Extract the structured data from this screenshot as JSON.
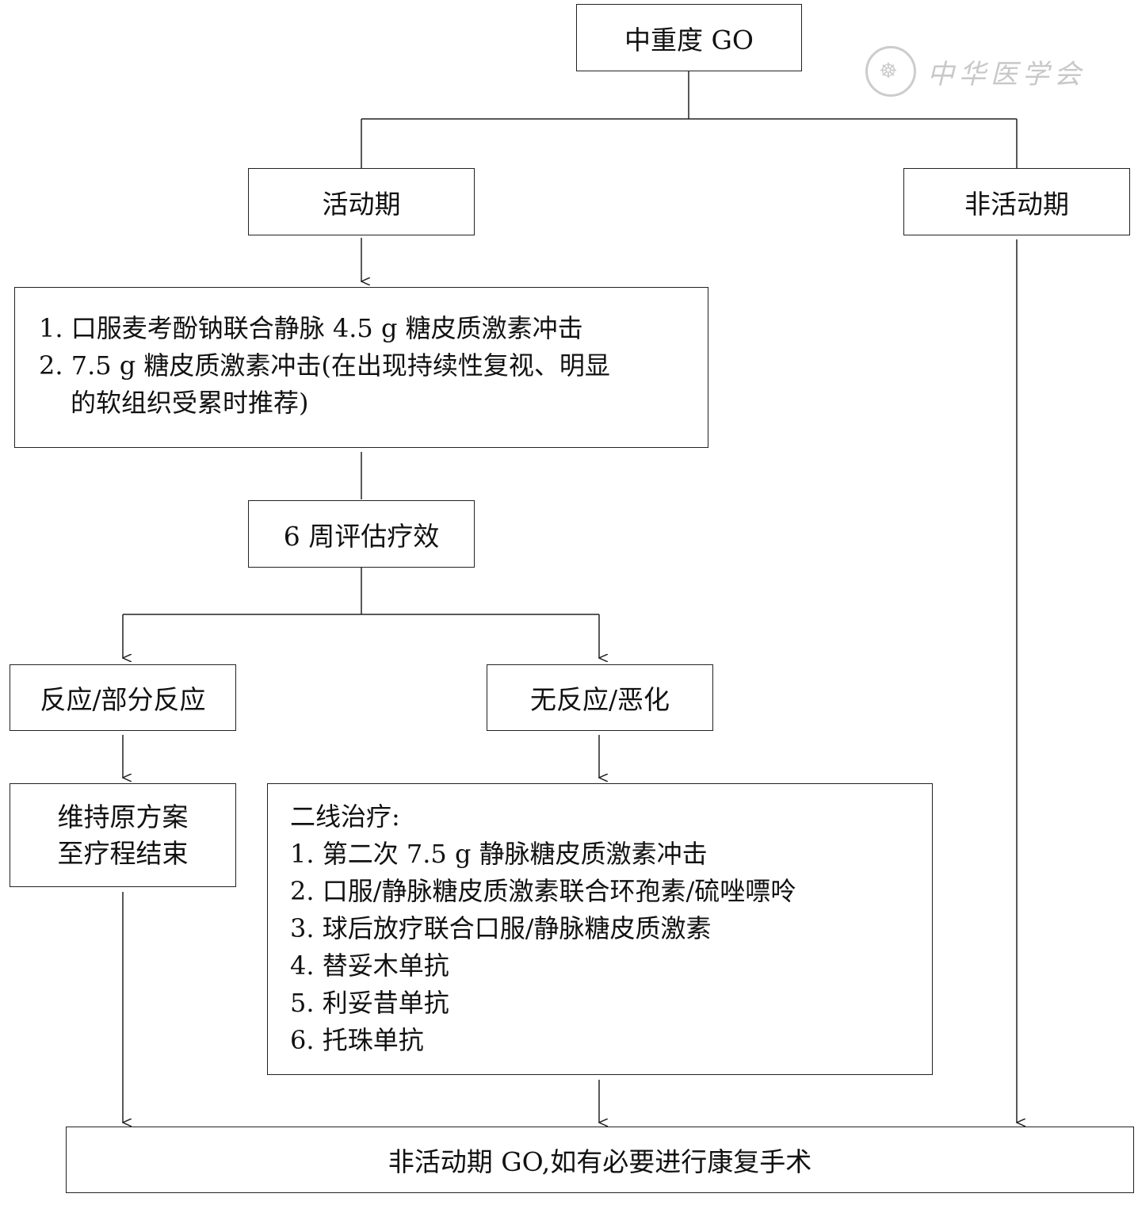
{
  "nodes": {
    "root": "中重度 GO",
    "active": "活动期",
    "inactive": "非活动期",
    "first_line": [
      "1. 口服麦考酚钠联合静脉 4.5 g 糖皮质激素冲击",
      "2. 7.5 g 糖皮质激素冲击(在出现持续性复视、明显",
      "的软组织受累时推荐)"
    ],
    "assess": "6 周评估疗效",
    "response": "反应/部分反应",
    "no_response": "无反应/恶化",
    "maintain": [
      "维持原方案",
      "至疗程结束"
    ],
    "second_line": [
      "二线治疗:",
      "1. 第二次 7.5 g 静脉糖皮质激素冲击",
      "2. 口服/静脉糖皮质激素联合环孢素/硫唑嘌呤",
      "3. 球后放疗联合口服/静脉糖皮质激素",
      "4. 替妥木单抗",
      "5. 利妥昔单抗",
      "6. 托珠单抗"
    ],
    "final": "非活动期 GO,如有必要进行康复手术"
  },
  "watermark": "中华医学会"
}
